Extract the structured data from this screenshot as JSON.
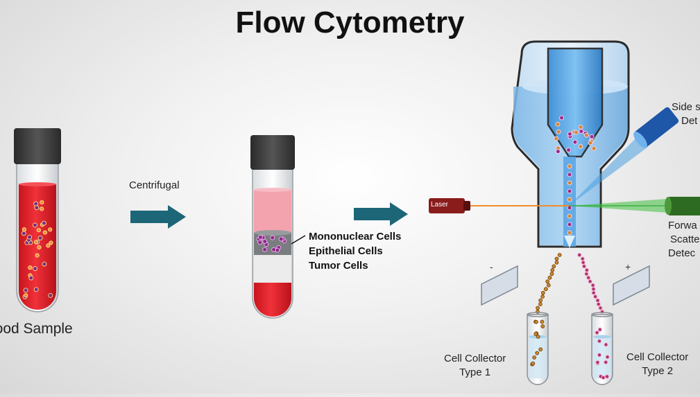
{
  "title": "Flow Cytometry",
  "labels": {
    "blood_sample": "lood Sample",
    "centrifugal": "Centrifugal",
    "cell_types": [
      "Mononuclear Cells",
      "Epithelial Cells",
      "Tumor Cells"
    ],
    "laser": "Laser",
    "side_scatter": [
      "Side s",
      "Det"
    ],
    "forward_scatter": [
      "Forwa",
      "Scatte",
      "Detec"
    ],
    "minus": "-",
    "plus": "+",
    "collector_1": [
      "Cell Collector",
      "Type 1"
    ],
    "collector_2": [
      "Cell Collector",
      "Type 2"
    ]
  },
  "colors": {
    "arrow": "#1c6678",
    "blood": "#e8202a",
    "cap": "#3a3a3a",
    "nozzle": "#8ec4ec",
    "laser_beam": "#f28c28",
    "forward_beam": "#3fc040",
    "side_beam": "#4aa0e0",
    "laser_body": "#8a1c1c",
    "forward_detector": "#2e6b22",
    "side_detector": "#1e56a8"
  }
}
